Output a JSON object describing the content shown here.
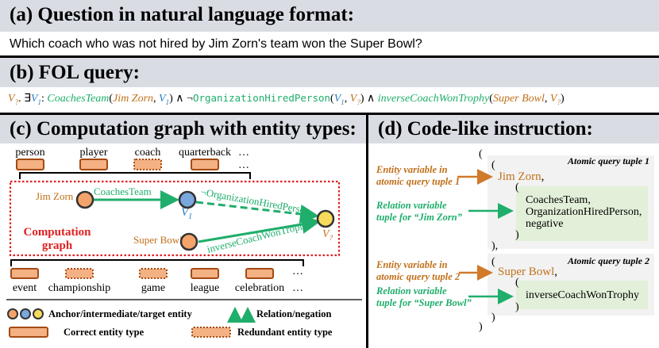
{
  "section_a": {
    "title": "(a) Question in natural language format:",
    "question": "Which coach who was not hired by Jim Zorn's team won the Super Bowl?"
  },
  "section_b": {
    "title": "(b) FOL query:",
    "fol": {
      "target1": "V",
      "target1_sub": "?",
      "exists": ". ∃",
      "var1": "V",
      "var1_sub": "1",
      "colon": ": ",
      "rel1": "CoachesTeam",
      "anchor1": "Jim Zorn",
      "and1": " ∧ ¬",
      "rel2": "OrganizationHiredPerson",
      "and2": " ∧ ",
      "rel3": "inverseCoachWonTrophy",
      "anchor2": "Super Bowl"
    }
  },
  "section_c": {
    "title": "(c) Computation graph with entity types:",
    "top_types": [
      "person",
      "player",
      "coach",
      "quarterback",
      "…"
    ],
    "top_dots": "…",
    "bottom_types": [
      "event",
      "championship",
      "game",
      "league",
      "celebration",
      "…"
    ],
    "bottom_dots": "…",
    "anchor1": "Jim Zorn",
    "anchor2": "Super Bowl",
    "inter_var": "V",
    "inter_sub": "1",
    "target_var": "V",
    "target_sub": "?",
    "edge1": "CoachesTeam",
    "edge2": "¬OrganizationHiredPerson",
    "edge3": "inverseCoachWonTrophy",
    "comp_label_1": "Computation",
    "comp_label_2": "graph",
    "legend": {
      "entity": "Anchor/intermediate/target entity",
      "relation": "Relation/negation",
      "correct": "Correct entity type",
      "redundant": "Redundant entity type"
    }
  },
  "section_d": {
    "title": "(d) Code-like instruction:",
    "open_paren": "(",
    "close_all": ")",
    "tuple1_label": "Atomic query tuple 1",
    "tuple2_label": "Atomic query tuple 2",
    "t1_open": "(",
    "t1_entity": "Jim Zorn",
    "comma": ",",
    "t1_rel_open": "(",
    "t1_rels": [
      "CoachesTeam,",
      "OrganizationHiredPerson,",
      "negative"
    ],
    "t1_rel_close": ")",
    "t1_close": "),",
    "t2_open": "(",
    "t2_entity": "Super Bowl",
    "t2_rel_open": "(",
    "t2_rels": [
      "inverseCoachWonTrophy"
    ],
    "t2_rel_close": ")",
    "t2_close": ")",
    "ann_entity1": [
      "Entity variable in",
      "atomic query tuple 1"
    ],
    "ann_rel1": [
      "Relation variable",
      "tuple for “Jim Zorn”"
    ],
    "ann_entity2": [
      "Entity variable in",
      "atomic query tuple 2"
    ],
    "ann_rel2": [
      "Relation variable",
      "tuple for “Super Bowl”"
    ]
  },
  "colors": {
    "header_bg": "#d9dde3",
    "orange": "#c0701a",
    "blue": "#2a7fc0",
    "green": "#1fae6b",
    "node_orange": "#f4a46b",
    "node_blue": "#7aa7dd",
    "node_yellow": "#f7dc5c",
    "red": "#e02020"
  }
}
